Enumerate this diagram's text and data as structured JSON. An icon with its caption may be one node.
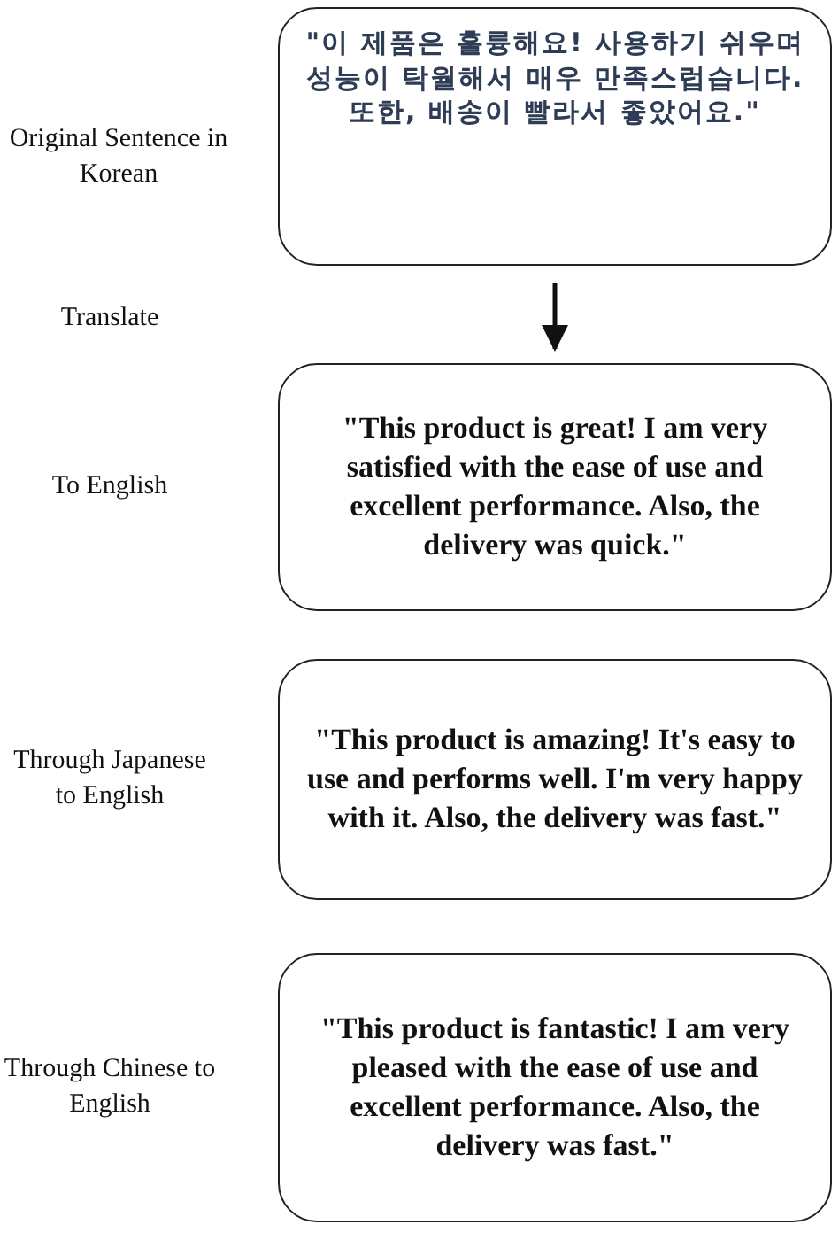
{
  "diagram": {
    "nodes": [
      {
        "text": [
          "\"이 제품은 훌륭해요! 사용하기 쉬우며 성능이 탁월해서 매우 만족스럽습니다. 또한, 배송이 빨라서 좋았어요.\""
        ]
      },
      {
        "text": [
          "\"This product is great! I am very satisfied with the ease of use and excellent performance. Also, the delivery was quick.\""
        ]
      },
      {
        "text": [
          "\"This product is amazing! It's easy to use and performs well. I'm very happy with it. Also, the delivery was fast.\""
        ]
      },
      {
        "text": [
          "\"This product is fantastic! I am very pleased with the ease of use and excellent performance. Also, the delivery was fast.\""
        ]
      }
    ],
    "edges": [
      {
        "from": 0,
        "to": 1,
        "arrow": "to"
      }
    ],
    "labels": [
      "Original Sentence in Korean",
      "Translate",
      "To English",
      "Through Japanese to English",
      "Through Chinese to English"
    ]
  }
}
